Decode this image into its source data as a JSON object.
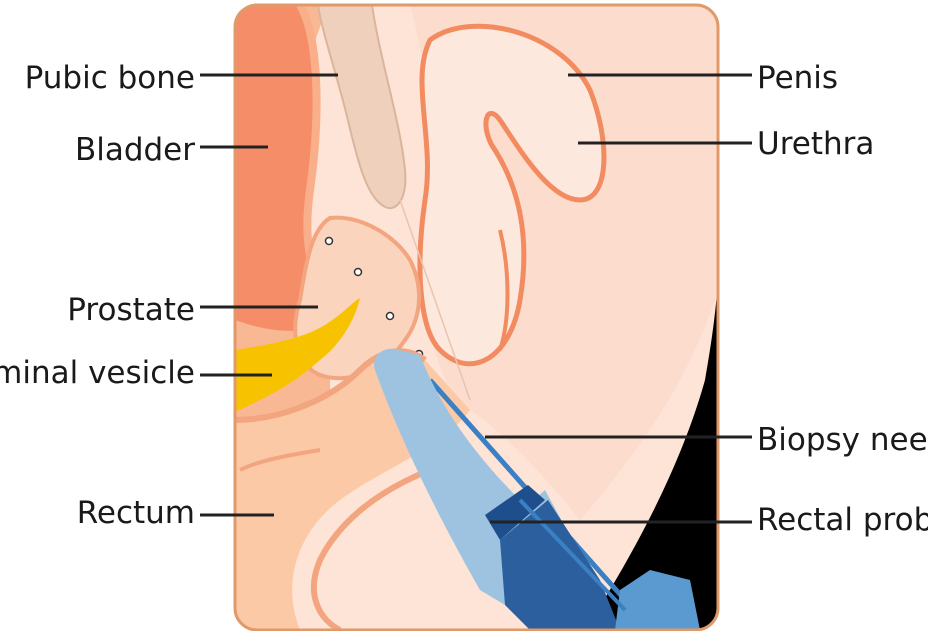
{
  "labels": {
    "left": {
      "pubic_bone": "Pubic bone",
      "bladder": "Bladder",
      "prostate": "Prostate",
      "seminal_vesicle": "Seminal vesicle",
      "rectum": "Rectum"
    },
    "right": {
      "penis": "Penis",
      "urethra": "Urethra",
      "biopsy_needle": "Biopsy needle",
      "rectal_probe": "Rectal probe"
    }
  },
  "colors": {
    "frame_border": "#e09a6a",
    "background_tissue": "#fde4d6",
    "bladder": "#f58d68",
    "pubic_bone": "#efd0bc",
    "prostate": "#fbd4bd",
    "seminal_vesicle": "#f7c300",
    "rectum": "#fbc9a6",
    "urethra_outline": "#f28b60",
    "probe": "#9dc3e0",
    "probe_dark": "#1f4e8c",
    "needle": "#3b7fc4",
    "black_region": "#000000"
  }
}
